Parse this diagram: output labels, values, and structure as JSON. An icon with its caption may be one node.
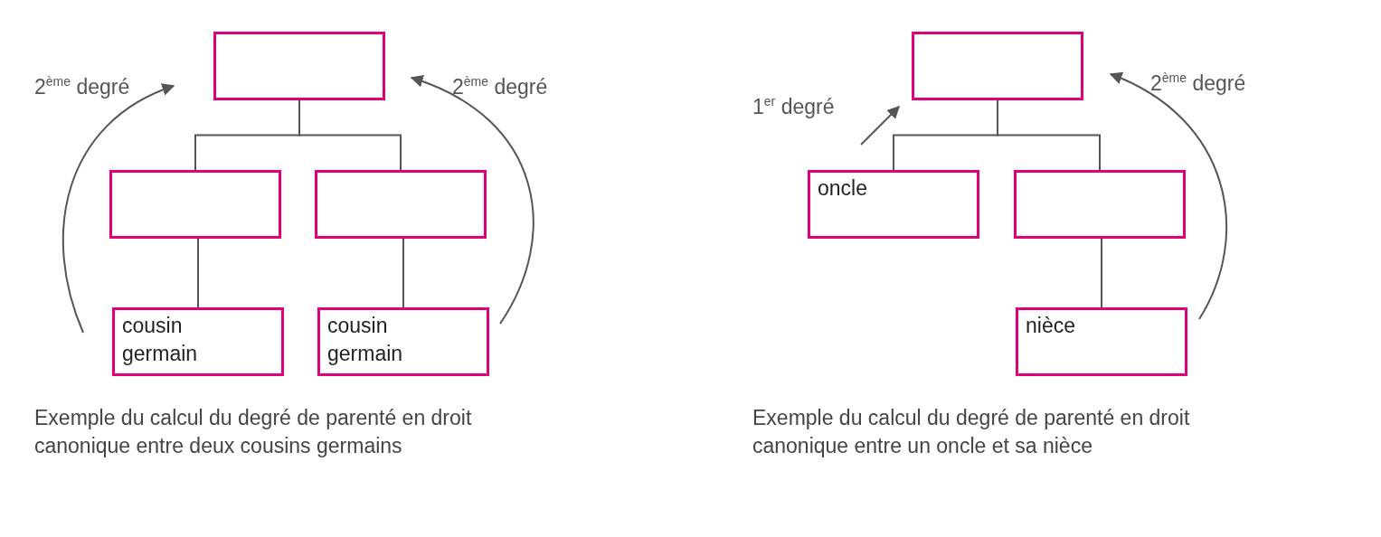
{
  "diagram": {
    "nodes": [
      {
        "text": [],
        "shape": "box"
      },
      {
        "text": [],
        "shape": "box"
      },
      {
        "text": [],
        "shape": "box"
      },
      {
        "text": [
          "cousin germain"
        ]
      },
      {
        "text": [
          "cousin germain"
        ]
      },
      {
        "text": [],
        "shape": "box"
      },
      {
        "text": [
          "oncle"
        ]
      },
      {
        "text": [],
        "shape": "box"
      },
      {
        "text": [
          "nièce"
        ]
      }
    ],
    "edges": [
      {
        "from": 0,
        "to": 1,
        "arrow": "none"
      },
      {
        "from": 0,
        "to": 2,
        "arrow": "none"
      },
      {
        "from": 1,
        "to": 3,
        "arrow": "none"
      },
      {
        "from": 2,
        "to": 4,
        "arrow": "none"
      },
      {
        "from": 5,
        "to": 6,
        "arrow": "none"
      },
      {
        "from": 5,
        "to": 7,
        "arrow": "none"
      },
      {
        "from": 7,
        "to": 8,
        "arrow": "none"
      }
    ],
    "labels": [
      "2$^{ème}$ degré",
      "2$^{ème}$ degré",
      "1$^{er}$ degré",
      "2$^{ème}$ degré",
      "Exemple du calcul du degré de parenté en droit canonique entre deux cousins germains",
      "Exemple du calcul du degré de parenté en droit canonique entre un oncle et sa nièce"
    ]
  }
}
